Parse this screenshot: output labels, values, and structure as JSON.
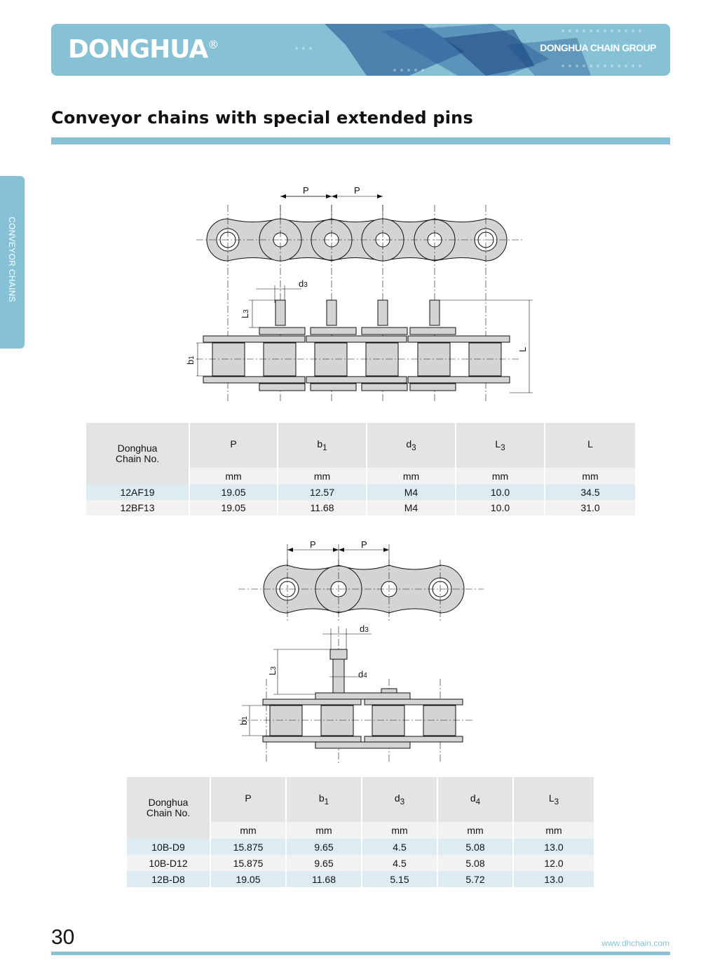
{
  "header": {
    "brand": "DONGHUA",
    "brand_mark": "®",
    "group": "DONGHUA CHAIN GROUP",
    "accent_color": "#86c1d6"
  },
  "page_title": "Conveyor chains with special extended pins",
  "side_tab": "CONVEYOR CHAINS",
  "diagram1": {
    "labels": {
      "p": "P",
      "d": "d",
      "d_sub": "3",
      "l3": "L",
      "l3_sub": "3",
      "b1": "b",
      "b1_sub": "1",
      "l": "L"
    }
  },
  "table1": {
    "name_header": [
      "Donghua",
      "Chain No."
    ],
    "columns": [
      {
        "name": "P",
        "sub": "",
        "unit": "mm"
      },
      {
        "name": "b",
        "sub": "1",
        "unit": "mm"
      },
      {
        "name": "d",
        "sub": "3",
        "unit": "mm"
      },
      {
        "name": "L",
        "sub": "3",
        "unit": "mm"
      },
      {
        "name": "L",
        "sub": "",
        "unit": "mm"
      }
    ],
    "rows": [
      [
        "12AF19",
        "19.05",
        "12.57",
        "M4",
        "10.0",
        "34.5"
      ],
      [
        "12BF13",
        "19.05",
        "11.68",
        "M4",
        "10.0",
        "31.0"
      ]
    ]
  },
  "diagram2": {
    "labels": {
      "p": "P",
      "d3": "d",
      "d3_sub": "3",
      "d4": "d",
      "d4_sub": "4",
      "l3": "L",
      "l3_sub": "3",
      "b1": "b",
      "b1_sub": "1"
    }
  },
  "table2": {
    "name_header": [
      "Donghua",
      "Chain No."
    ],
    "columns": [
      {
        "name": "P",
        "sub": "",
        "unit": "mm"
      },
      {
        "name": "b",
        "sub": "1",
        "unit": "mm"
      },
      {
        "name": "d",
        "sub": "3",
        "unit": "mm"
      },
      {
        "name": "d",
        "sub": "4",
        "unit": "mm"
      },
      {
        "name": "L",
        "sub": "3",
        "unit": "mm"
      }
    ],
    "rows": [
      [
        "10B-D9",
        "15.875",
        "9.65",
        "4.5",
        "5.08",
        "13.0"
      ],
      [
        "10B-D12",
        "15.875",
        "9.65",
        "4.5",
        "5.08",
        "12.0"
      ],
      [
        "12B-D8",
        "19.05",
        "11.68",
        "5.15",
        "5.72",
        "13.0"
      ]
    ]
  },
  "footer": {
    "page_number": "30",
    "url": "www.dhchain.com"
  }
}
